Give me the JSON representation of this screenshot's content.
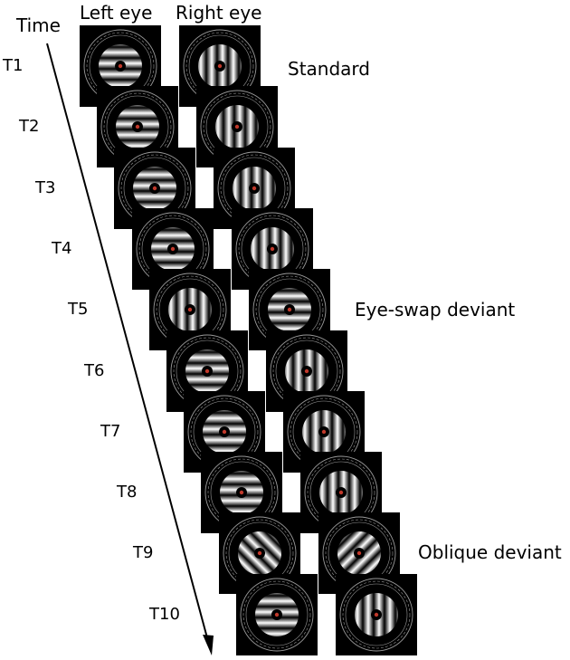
{
  "header": {
    "left_eye": "Left eye",
    "right_eye": "Right eye",
    "time": "Time"
  },
  "conditions": {
    "standard": "Standard",
    "eye_swap": "Eye-swap deviant",
    "oblique": "Oblique deviant"
  },
  "trials": [
    {
      "label": "T1",
      "left": "horizontal",
      "right": "vertical"
    },
    {
      "label": "T2",
      "left": "horizontal",
      "right": "vertical"
    },
    {
      "label": "T3",
      "left": "horizontal",
      "right": "vertical"
    },
    {
      "label": "T4",
      "left": "horizontal",
      "right": "vertical"
    },
    {
      "label": "T5",
      "left": "vertical",
      "right": "horizontal"
    },
    {
      "label": "T6",
      "left": "horizontal",
      "right": "vertical"
    },
    {
      "label": "T7",
      "left": "horizontal",
      "right": "vertical"
    },
    {
      "label": "T8",
      "left": "horizontal",
      "right": "vertical"
    },
    {
      "label": "T9",
      "left": "oblique-right",
      "right": "oblique-left"
    },
    {
      "label": "T10",
      "left": "horizontal",
      "right": "vertical"
    }
  ],
  "colors": {
    "background": "#ffffff",
    "tile": "#000000",
    "grating_light": "#ffffff",
    "grating_dark": "#000000",
    "fixation": "#c0392b",
    "ring": "#bfbfbf"
  }
}
